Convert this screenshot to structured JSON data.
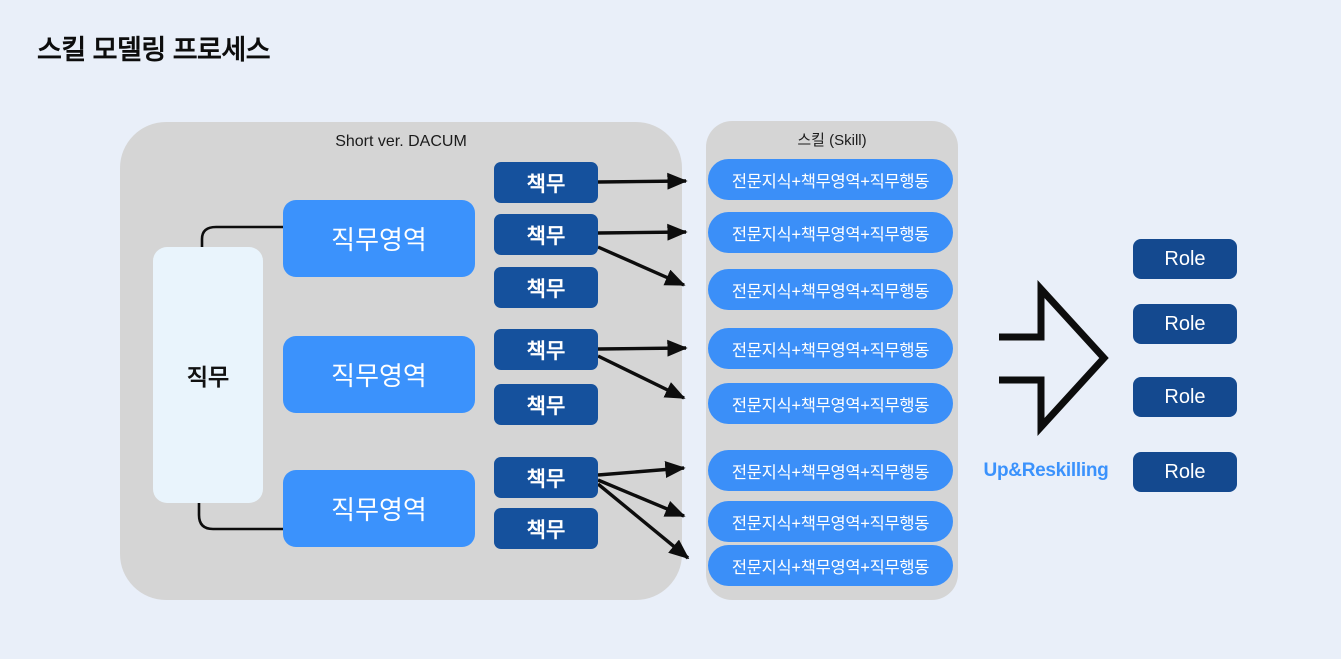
{
  "title": "스킬 모델링 프로세스",
  "colors": {
    "background": "#e9eff9",
    "panel_gray": "#d5d5d5",
    "bright_blue": "#3b92fc",
    "duty_navy": "#15519d",
    "role_navy": "#14498f",
    "job_box_light": "#e9f4fc",
    "arrow_black": "#0d0d0d"
  },
  "dacum_panel": {
    "label": "Short ver. DACUM",
    "job_box": {
      "label": "직무"
    },
    "job_areas": [
      {
        "label": "직무영역"
      },
      {
        "label": "직무영역"
      },
      {
        "label": "직무영역"
      }
    ],
    "duties": [
      {
        "label": "책무"
      },
      {
        "label": "책무"
      },
      {
        "label": "책무"
      },
      {
        "label": "책무"
      },
      {
        "label": "책무"
      },
      {
        "label": "책무"
      },
      {
        "label": "책무"
      }
    ]
  },
  "skill_panel": {
    "label": "스킬 (Skill)",
    "skills": [
      {
        "label": "전문지식+책무영역+직무행동"
      },
      {
        "label": "전문지식+책무영역+직무행동"
      },
      {
        "label": "전문지식+책무영역+직무행동"
      },
      {
        "label": "전문지식+책무영역+직무행동"
      },
      {
        "label": "전문지식+책무영역+직무행동"
      },
      {
        "label": "전문지식+책무영역+직무행동"
      },
      {
        "label": "전문지식+책무영역+직무행동"
      },
      {
        "label": "전문지식+책무영역+직무행동"
      }
    ]
  },
  "transform": {
    "arrow_icon": "block-arrow-right-icon",
    "caption": "Up&Reskilling"
  },
  "roles": [
    {
      "label": "Role"
    },
    {
      "label": "Role"
    },
    {
      "label": "Role"
    },
    {
      "label": "Role"
    }
  ]
}
